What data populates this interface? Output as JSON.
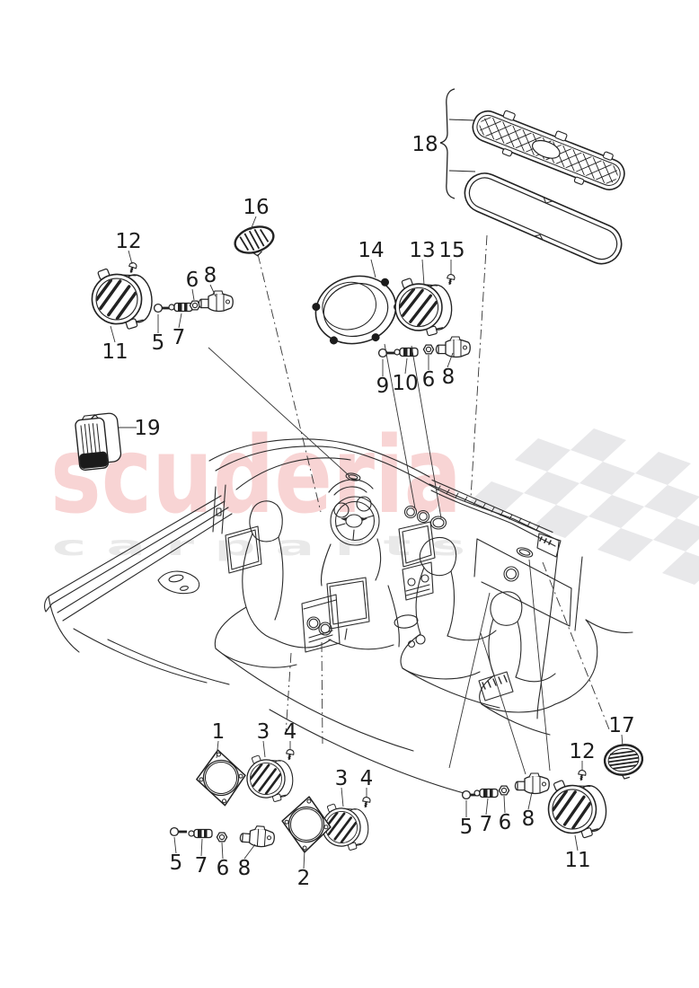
{
  "diagram": {
    "title_hint": "exploded parts diagram - dashboard air vents and grilles",
    "watermark": {
      "brand": "scuderia",
      "subtitle": "c a r  p a r t s",
      "brand_color": "#f8d4d4",
      "subtitle_color": "#e9e9e9",
      "flag_color": "#e8e8ea"
    },
    "line_color": "#2a2a2a",
    "callouts": [
      {
        "n": "18"
      },
      {
        "n": "12"
      },
      {
        "n": "16"
      },
      {
        "n": "14"
      },
      {
        "n": "13"
      },
      {
        "n": "15"
      },
      {
        "n": "6"
      },
      {
        "n": "8"
      },
      {
        "n": "11"
      },
      {
        "n": "5"
      },
      {
        "n": "7"
      },
      {
        "n": "9"
      },
      {
        "n": "10"
      },
      {
        "n": "6"
      },
      {
        "n": "8"
      },
      {
        "n": "19"
      },
      {
        "n": "1"
      },
      {
        "n": "3"
      },
      {
        "n": "4"
      },
      {
        "n": "3"
      },
      {
        "n": "4"
      },
      {
        "n": "2"
      },
      {
        "n": "5"
      },
      {
        "n": "7"
      },
      {
        "n": "6"
      },
      {
        "n": "8"
      },
      {
        "n": "17"
      },
      {
        "n": "12"
      },
      {
        "n": "5"
      },
      {
        "n": "7"
      },
      {
        "n": "6"
      },
      {
        "n": "8"
      },
      {
        "n": "11"
      }
    ]
  }
}
